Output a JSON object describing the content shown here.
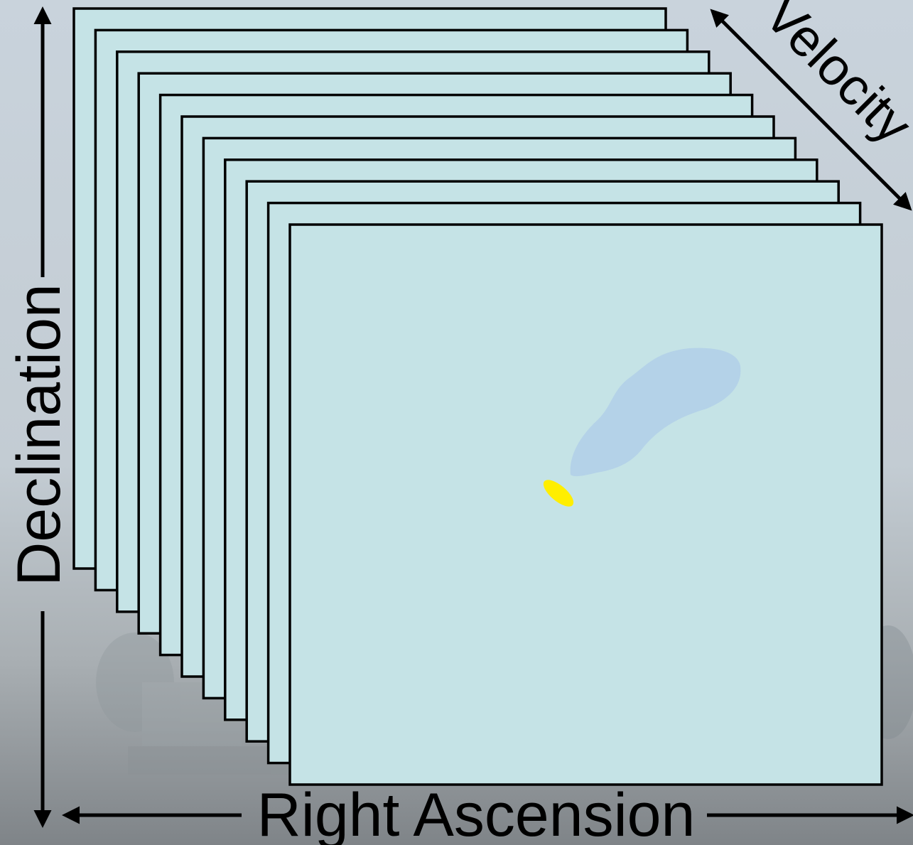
{
  "axes": {
    "x_label": "Right Ascension",
    "y_label": "Declination",
    "z_label": "Velocity"
  },
  "cube": {
    "channel_count": 11
  },
  "colors": {
    "channel_fill": "#c5e3e6",
    "channel_stroke": "#000000",
    "emission_extended": "#b4d2e8",
    "emission_compact": "#ffee00",
    "arrow": "#000000",
    "background_top": "#c9d3dc",
    "background_bottom": "#7f8488"
  }
}
